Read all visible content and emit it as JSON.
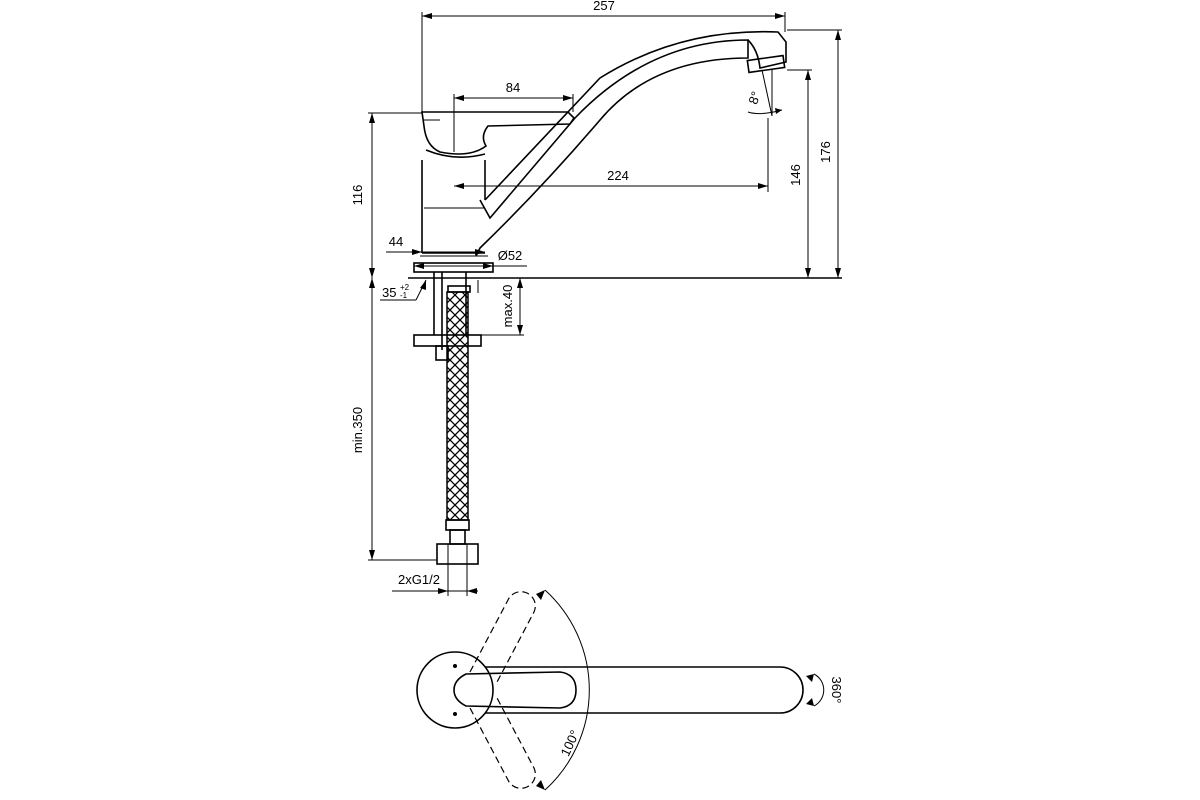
{
  "side_view": {
    "dim_total_length": "257",
    "dim_lever_length": "84",
    "dim_spout_tilt": "8°",
    "dim_body_height": "116",
    "dim_spout_reach": "224",
    "dim_outlet_height": "146",
    "dim_total_height": "176",
    "dim_body_width": "44",
    "dim_base_diameter": "Ø52",
    "dim_hole_base": "35",
    "dim_hole_tol_upper": "+2",
    "dim_hole_tol_lower": "-1",
    "dim_max_thickness": "max.40",
    "dim_hose_length": "min.350",
    "dim_connection": "2xG1/2"
  },
  "top_view": {
    "dim_lever_swing": "100°",
    "dim_spout_rotation": "360°"
  }
}
